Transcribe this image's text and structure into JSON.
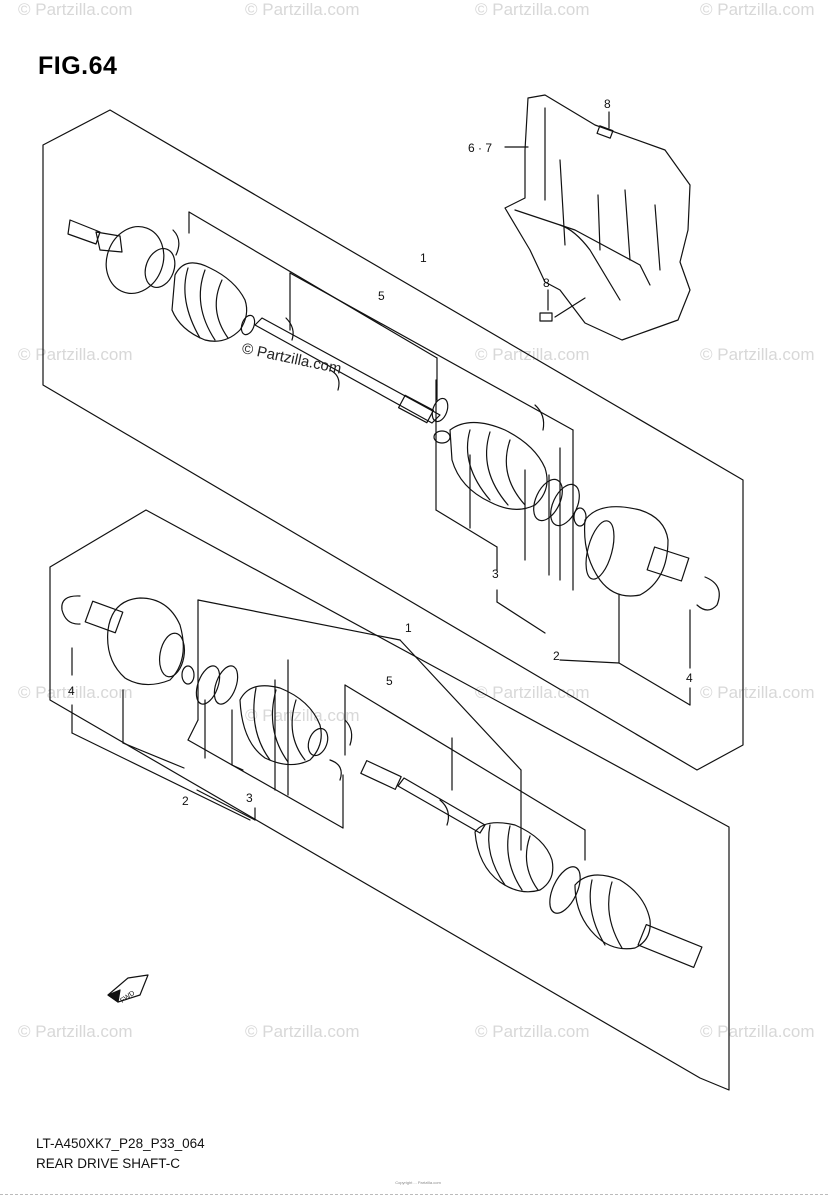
{
  "figure": {
    "title": "FIG.64",
    "model_code": "LT-A450XK7_P28_P33_064",
    "name": "REAR DRIVE SHAFT-C",
    "copyright": "Copyright ... Partzilla.com"
  },
  "watermark": {
    "text": "© Partzilla.com",
    "center_text": "© Partzilla.com"
  },
  "callouts": {
    "upper_1": "1",
    "upper_2": "2",
    "upper_3": "3",
    "upper_4": "4",
    "upper_5": "5",
    "lower_1": "1",
    "lower_2": "2",
    "lower_3": "3",
    "lower_4": "4",
    "lower_5": "5",
    "guard_67": "6 · 7",
    "bolt_top_8": "8",
    "bolt_bottom_8": "8"
  },
  "fwd_label": "FWD"
}
